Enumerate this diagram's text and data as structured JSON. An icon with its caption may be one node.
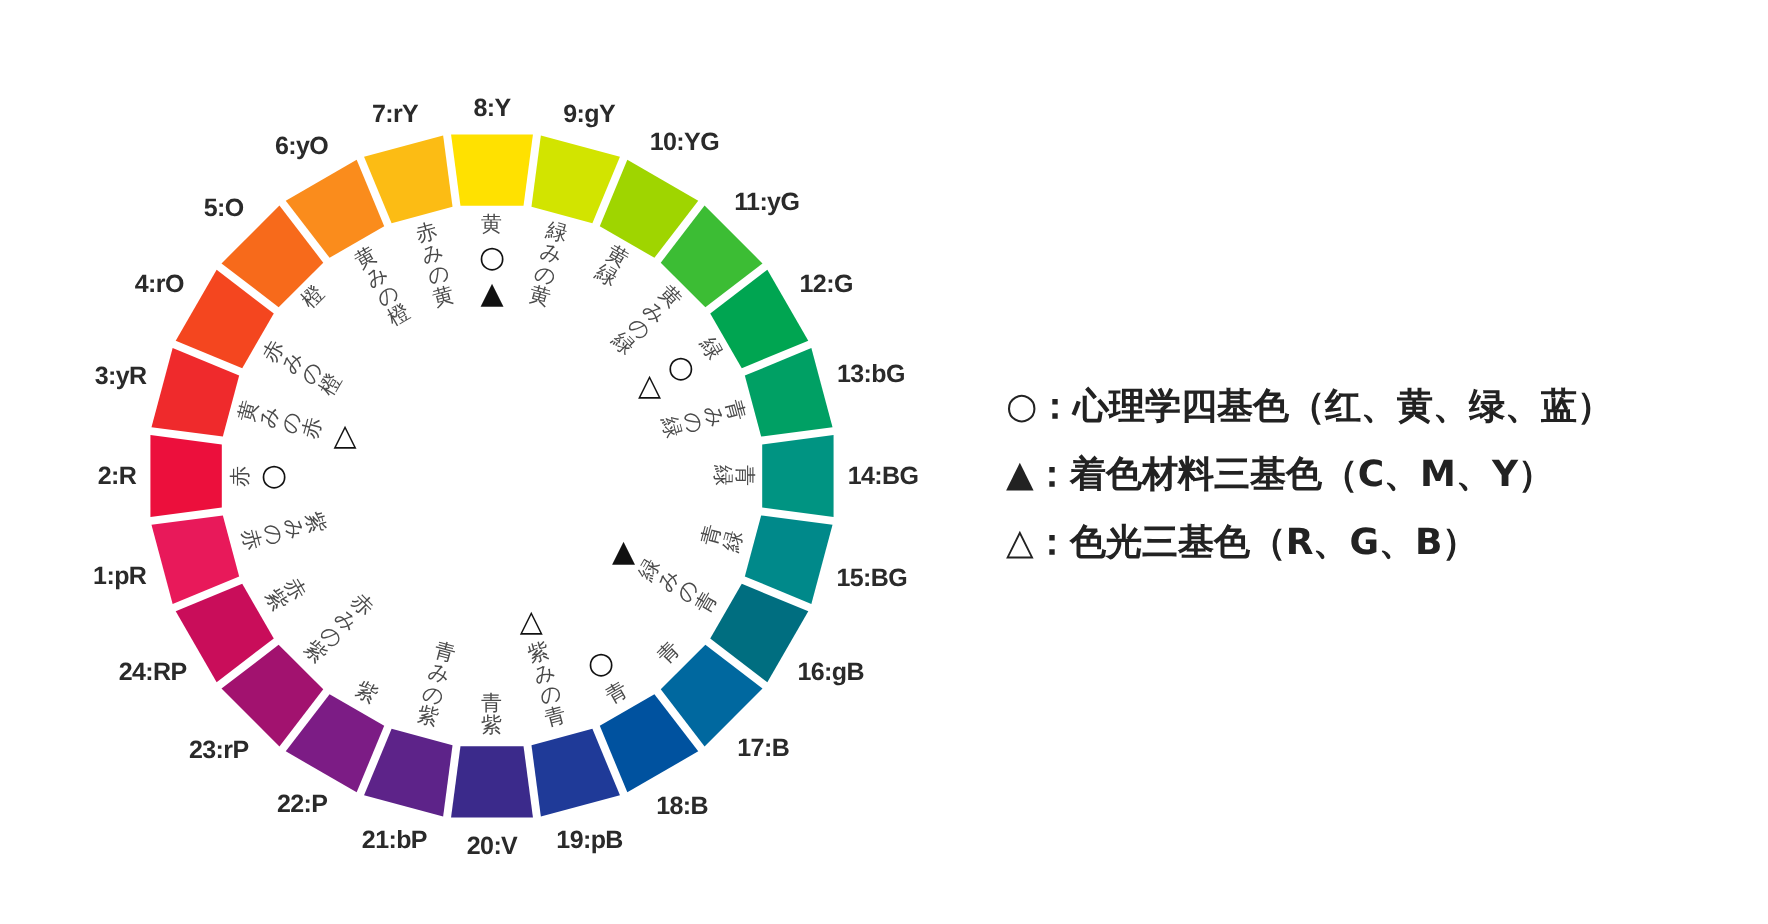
{
  "diagram": {
    "nodes": [
      {
        "text": [
          "1:pR"
        ],
        "beside": [
          "紫みの赤"
        ]
      },
      {
        "text": [
          "2:R"
        ],
        "beside": [
          "赤",
          "○"
        ]
      },
      {
        "text": [
          "3:yR"
        ],
        "beside": [
          "黄みの赤",
          "△"
        ]
      },
      {
        "text": [
          "4:rO"
        ],
        "beside": [
          "赤みの橙"
        ]
      },
      {
        "text": [
          "5:O"
        ],
        "beside": [
          "橙"
        ]
      },
      {
        "text": [
          "6:yO"
        ],
        "beside": [
          "黄みの橙"
        ]
      },
      {
        "text": [
          "7:rY"
        ],
        "beside": [
          "赤みの黄"
        ]
      },
      {
        "text": [
          "8:Y"
        ],
        "beside": [
          "黄",
          "○",
          "▲"
        ]
      },
      {
        "text": [
          "9:gY"
        ],
        "beside": [
          "緑みの黄"
        ]
      },
      {
        "text": [
          "10:YG"
        ],
        "beside": [
          "黄緑"
        ]
      },
      {
        "text": [
          "11:yG"
        ],
        "beside": [
          "黄みの緑"
        ]
      },
      {
        "text": [
          "12:G"
        ],
        "beside": [
          "緑",
          "○",
          "△"
        ]
      },
      {
        "text": [
          "13:bG"
        ],
        "beside": [
          "青みの緑"
        ]
      },
      {
        "text": [
          "14:BG"
        ],
        "beside": [
          "青緑"
        ]
      },
      {
        "text": [
          "15:BG"
        ],
        "beside": [
          "青緑"
        ]
      },
      {
        "text": [
          "16:gB"
        ],
        "beside": [
          "緑みの青",
          "▲"
        ]
      },
      {
        "text": [
          "17:B"
        ],
        "beside": [
          "青"
        ]
      },
      {
        "text": [
          "18:B"
        ],
        "beside": [
          "青",
          "○"
        ]
      },
      {
        "text": [
          "19:pB"
        ],
        "beside": [
          "紫みの青",
          "△"
        ]
      },
      {
        "text": [
          "20:V"
        ],
        "beside": [
          "青紫"
        ]
      },
      {
        "text": [
          "21:bP"
        ],
        "beside": [
          "青みの紫"
        ]
      },
      {
        "text": [
          "22:P"
        ],
        "beside": [
          "紫"
        ]
      },
      {
        "text": [
          "23:rP"
        ],
        "beside": [
          "赤みの紫"
        ]
      },
      {
        "text": [
          "24:RP"
        ],
        "beside": [
          "赤紫"
        ]
      }
    ],
    "legend": [
      {
        "text": "○：心理学四基色（红、黄、绿、蓝）"
      },
      {
        "text": "▲：着色材料三基色（C、M、Y）"
      },
      {
        "text": "△：色光三基色（R、G、B）"
      }
    ]
  }
}
